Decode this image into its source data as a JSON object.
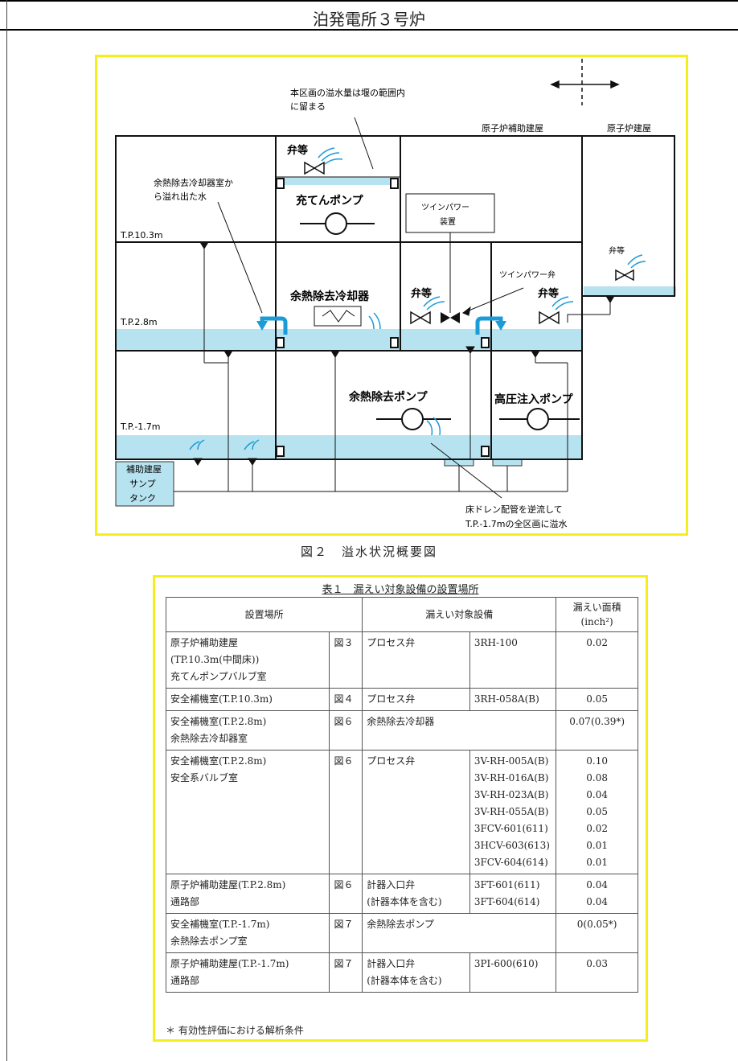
{
  "header": {
    "title": "泊発電所３号炉"
  },
  "diagram": {
    "note_top": [
      "本区画の溢水量は堰の範囲内",
      "に留まる"
    ],
    "building_aux": "原子炉補助建屋",
    "building_reactor": "原子炉建屋",
    "overflow_note": [
      "余熱除去冷却器室か",
      "ら溢れ出た水"
    ],
    "level_1": "T.P.10.3m",
    "level_2": "T.P.2.8m",
    "level_3": "T.P.-1.7m",
    "valve_label": "弁等",
    "charging_pump": "充てんポンプ",
    "twin_device": [
      "ツインパワー",
      "装置"
    ],
    "twin_valve": "ツインパワー弁",
    "rhr_cooler": "余熱除去冷却器",
    "rhr_pump": "余熱除去ポンプ",
    "hp_pump": "高圧注入ポンプ",
    "sump_tank": [
      "補助建屋",
      "サンプ",
      "タンク"
    ],
    "drain_note": [
      "床ドレン配管を逆流して",
      "T.P.-1.7mの全区画に溢水"
    ],
    "water_color": "#b7e3f0",
    "arrow_color": "#1b9bd7"
  },
  "figure_caption": "図２　溢水状況概要図",
  "table": {
    "title": "表１　漏えい対象設備の設置場所",
    "headers": {
      "location": "設置場所",
      "equipment": "漏えい対象設備",
      "area": [
        "漏えい面積",
        "(inch²)"
      ]
    },
    "rows": [
      {
        "location": [
          "原子炉補助建屋",
          "(TP.10.3m(中間床))",
          "充てんポンプバルブ室"
        ],
        "fig": "図３",
        "type": "プロセス弁",
        "ids": [
          "3RH-100"
        ],
        "areas": [
          "0.02"
        ]
      },
      {
        "location": [
          "安全補機室(T.P.10.3m)"
        ],
        "fig": "図４",
        "type": "プロセス弁",
        "ids": [
          "3RH-058A(B)"
        ],
        "areas": [
          "0.05"
        ]
      },
      {
        "location": [
          "安全補機室(T.P.2.8m)",
          "余熱除去冷却器室"
        ],
        "fig": "図６",
        "type": "余熱除去冷却器",
        "ids": [],
        "areas": [
          "0.07(0.39*)"
        ]
      },
      {
        "location": [
          "安全補機室(T.P.2.8m)",
          "安全系バルブ室"
        ],
        "fig": "図６",
        "type": "プロセス弁",
        "ids": [
          "3V-RH-005A(B)",
          "3V-RH-016A(B)",
          "3V-RH-023A(B)",
          "3V-RH-055A(B)",
          "3FCV-601(611)",
          "3HCV-603(613)",
          "3FCV-604(614)"
        ],
        "areas": [
          "0.10",
          "0.08",
          "0.04",
          "0.05",
          "0.02",
          "0.01",
          "0.01"
        ]
      },
      {
        "location": [
          "原子炉補助建屋(T.P.2.8m)",
          "通路部"
        ],
        "fig": "図６",
        "type": "計器入口弁\n(計器本体を含む)",
        "ids": [
          "3FT-601(611)",
          "3FT-604(614)"
        ],
        "areas": [
          "0.04",
          "0.04"
        ]
      },
      {
        "location": [
          "安全補機室(T.P.-1.7m)",
          "余熱除去ポンプ室"
        ],
        "fig": "図７",
        "type": "余熱除去ポンプ",
        "ids": [],
        "areas": [
          "0(0.05*)"
        ]
      },
      {
        "location": [
          "原子炉補助建屋(T.P.-1.7m)",
          "通路部"
        ],
        "fig": "図７",
        "type": "計器入口弁\n(計器本体を含む)",
        "ids": [
          "3PI-600(610)"
        ],
        "areas": [
          "0.03"
        ]
      }
    ],
    "footnote": "＊ 有効性評価における解析条件"
  }
}
